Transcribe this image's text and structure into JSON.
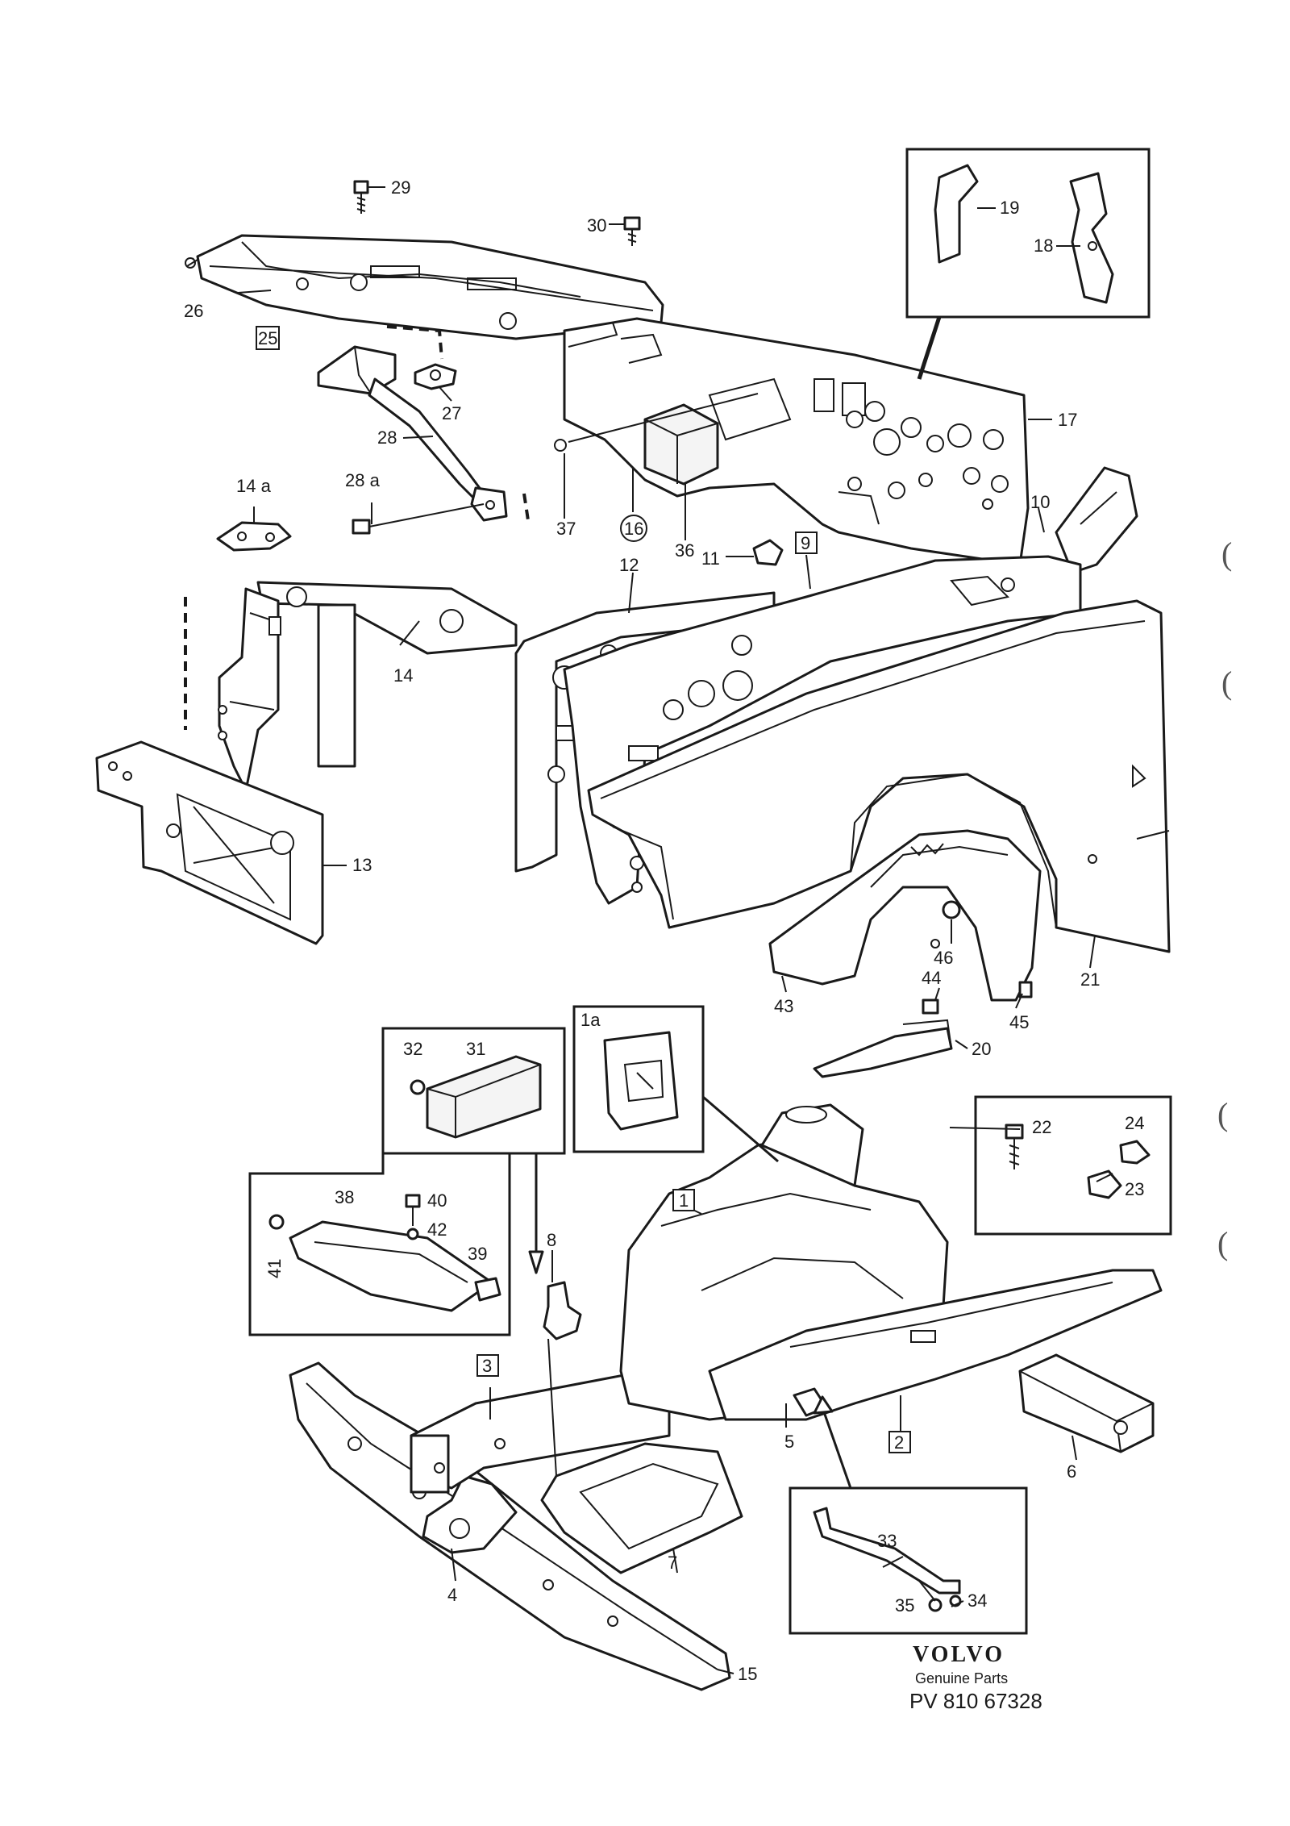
{
  "callouts": {
    "c1": "1",
    "c1a": "1a",
    "c2": "2",
    "c3": "3",
    "c4": "4",
    "c5": "5",
    "c6": "6",
    "c7": "7",
    "c8": "8",
    "c9": "9",
    "c10": "10",
    "c11": "11",
    "c12": "12",
    "c13": "13",
    "c14": "14",
    "c14a": "14 a",
    "c15": "15",
    "c16": "16",
    "c17": "17",
    "c18": "18",
    "c19": "19",
    "c20": "20",
    "c21": "21",
    "c22": "22",
    "c23": "23",
    "c24": "24",
    "c25": "25",
    "c26": "26",
    "c27": "27",
    "c28": "28",
    "c28a": "28 a",
    "c29": "29",
    "c30": "30",
    "c31": "31",
    "c32": "32",
    "c33": "33",
    "c34": "34",
    "c35": "35",
    "c36": "36",
    "c37": "37",
    "c38": "38",
    "c39": "39",
    "c40": "40",
    "c41": "41",
    "c42": "42",
    "c43": "43",
    "c44": "44",
    "c45": "45",
    "c46": "46"
  },
  "branding": {
    "brand": "VOLVO",
    "subtitle": "Genuine Parts",
    "code": "PV 810 67328"
  },
  "margin_marks": [
    "(",
    "(",
    "(",
    "("
  ]
}
